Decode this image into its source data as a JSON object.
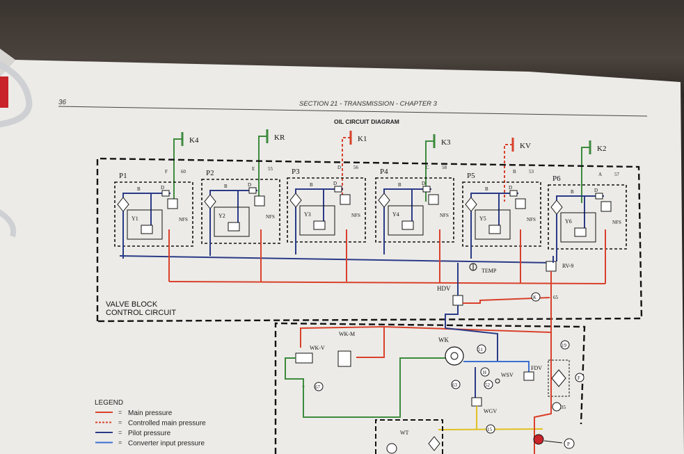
{
  "header": {
    "page_number": "36",
    "section_title": "SECTION 21 - TRANSMISSION - CHAPTER 3",
    "diagram_title": "OIL CIRCUIT DIAGRAM"
  },
  "clutches": [
    {
      "label": "K4",
      "color": "#3d8a3d"
    },
    {
      "label": "KR",
      "color": "#3d8a3d"
    },
    {
      "label": "K1",
      "color": "#d9402a"
    },
    {
      "label": "K3",
      "color": "#3d8a3d"
    },
    {
      "label": "KV",
      "color": "#d9402a"
    },
    {
      "label": "K2",
      "color": "#3d8a3d"
    }
  ],
  "positions": [
    {
      "label": "P1",
      "valve": "Y1",
      "port": "F",
      "port_num": "60"
    },
    {
      "label": "P2",
      "valve": "Y2",
      "port": "E",
      "port_num": "55"
    },
    {
      "label": "P3",
      "valve": "Y3",
      "port": "D",
      "port_num": "56"
    },
    {
      "label": "P4",
      "valve": "Y4",
      "port": "C",
      "port_num": "58"
    },
    {
      "label": "P5",
      "valve": "Y5",
      "port": "B",
      "port_num": "53"
    },
    {
      "label": "P6",
      "valve": "Y6",
      "port": "A",
      "port_num": "57"
    }
  ],
  "valve_small_labels": {
    "b": "B",
    "d": "D",
    "nfs": "NFS"
  },
  "components": {
    "temp": "TEMP",
    "rv9": "RV-9",
    "hdv": "HDV",
    "k_port": "K",
    "k_num": "65",
    "block_line1": "VALVE BLOCK",
    "block_line2": "CONTROL CIRCUIT",
    "wkv": "WK-V",
    "wkm": "WK-M",
    "wk": "WK",
    "n51": "51",
    "h": "H",
    "wsv": "WSV",
    "fdv": "FDV",
    "f_port": "F",
    "n19": "19",
    "n67": "67",
    "n63": "63",
    "n52": "52",
    "wgv": "WGV",
    "n15": "15",
    "n35": "35",
    "p_port": "P",
    "wt": "WT"
  },
  "legend": {
    "title": "LEGEND",
    "items": [
      {
        "text": "Main pressure",
        "color": "#d9402a",
        "style": "solid"
      },
      {
        "text": "Controlled main pressure",
        "color": "#d9402a",
        "style": "dashed"
      },
      {
        "text": "Pilot pressure",
        "color": "#2a3a86",
        "style": "solid"
      },
      {
        "text": "Converter input pressure",
        "color": "#3a6fd0",
        "style": "solid"
      }
    ]
  }
}
